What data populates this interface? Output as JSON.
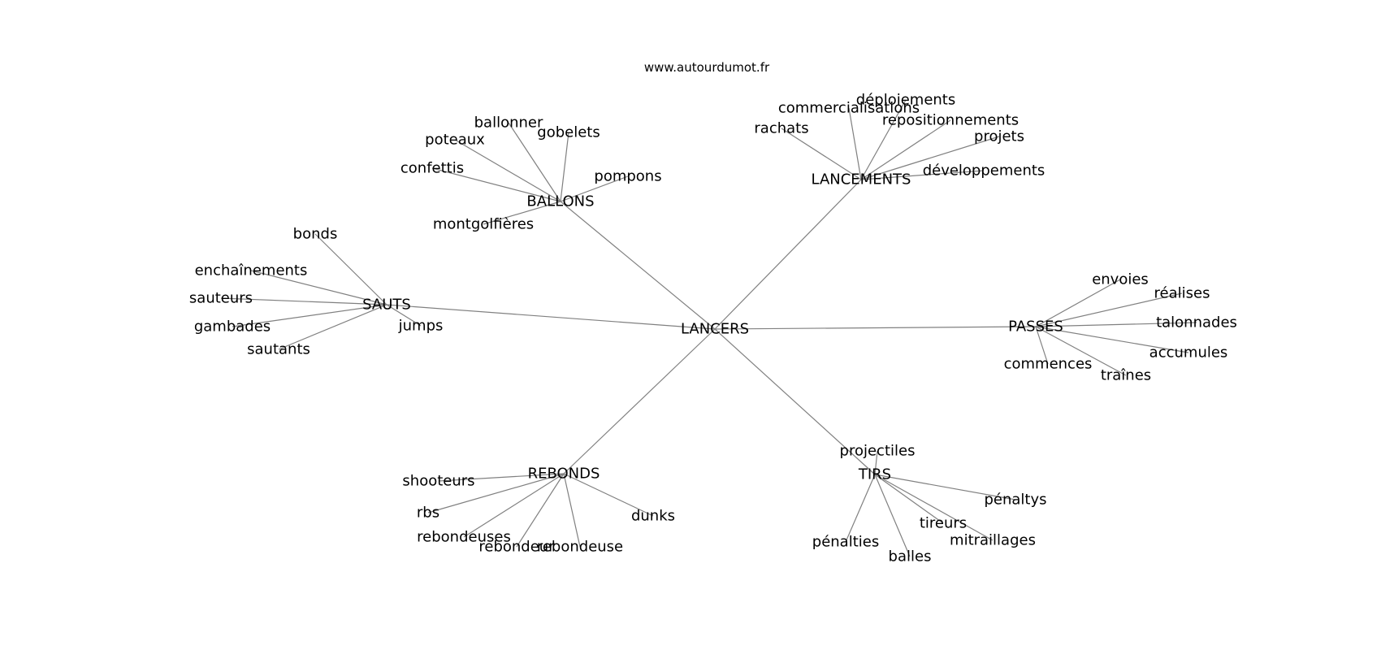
{
  "site_label": "www.autourdumot.fr",
  "center": {
    "id": "lancers",
    "label": "LANCERS"
  },
  "groups": [
    {
      "id": "ballons",
      "label": "BALLONS",
      "words": [
        "ballonner",
        "gobelets",
        "poteaux",
        "confettis",
        "pompons",
        "montgolfières"
      ]
    },
    {
      "id": "lancements",
      "label": "LANCEMENTS",
      "words": [
        "déploiements",
        "commercialisations",
        "repositionnements",
        "rachats",
        "projets",
        "développements"
      ]
    },
    {
      "id": "sauts",
      "label": "SAUTS",
      "words": [
        "bonds",
        "enchaînements",
        "sauteurs",
        "gambades",
        "sautants",
        "jumps"
      ]
    },
    {
      "id": "passes",
      "label": "PASSES",
      "words": [
        "envoies",
        "réalises",
        "talonnades",
        "accumules",
        "commences",
        "traînes"
      ]
    },
    {
      "id": "rebonds",
      "label": "REBONDS",
      "words": [
        "shooteurs",
        "rbs",
        "rebondeuses",
        "rebondeur",
        "rebondeuse",
        "dunks"
      ]
    },
    {
      "id": "tirs",
      "label": "TIRS",
      "words": [
        "projectiles",
        "pénaltys",
        "tireurs",
        "mitraillages",
        "pénalties",
        "balles"
      ]
    }
  ]
}
